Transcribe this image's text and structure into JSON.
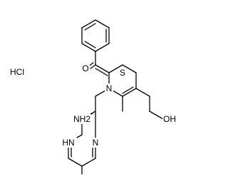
{
  "molecule": {
    "atom_labels": {
      "salt": "HCl",
      "carbonyl_oxygen": "O",
      "ring_sulfur": "S",
      "ring_nitrogen": "N",
      "hydroxyl": "OH",
      "amino": "NH2",
      "pyrimidine_nh": "HN",
      "pyrimidine_n": "N"
    }
  }
}
